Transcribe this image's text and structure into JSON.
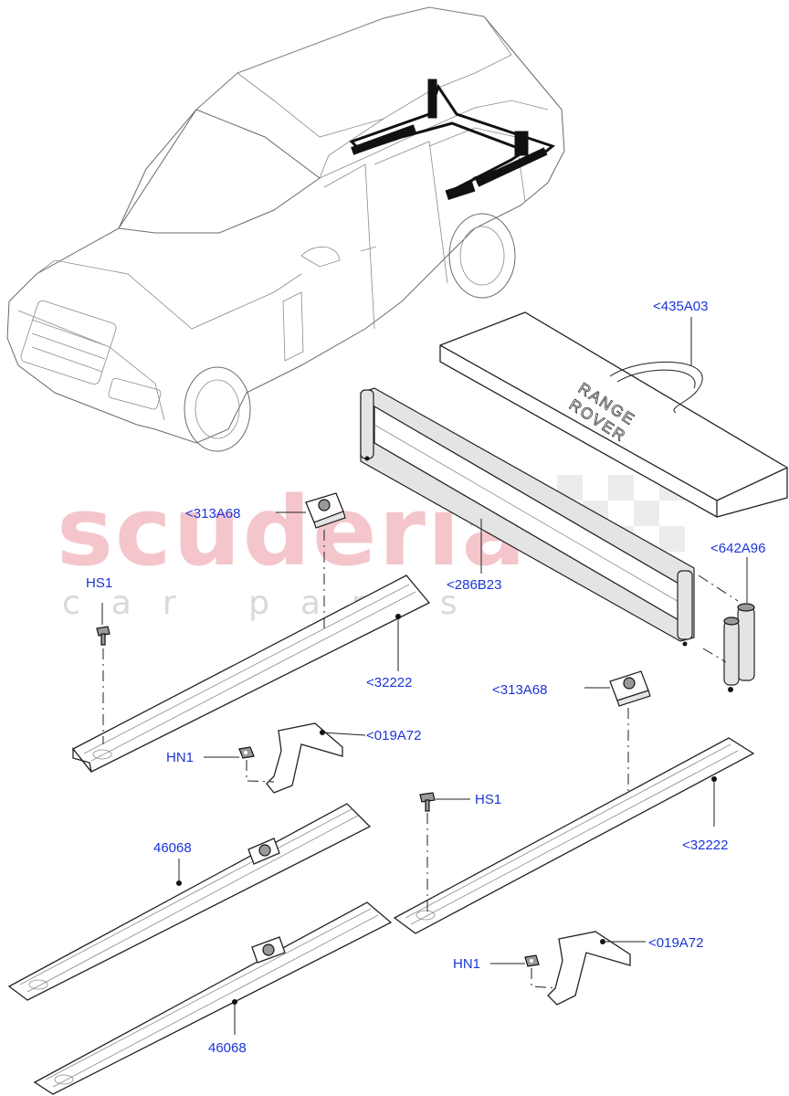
{
  "watermark": {
    "brand": "scuderia",
    "subtitle": "car parts"
  },
  "bag_logo": {
    "line1": "RANGE",
    "line2": "ROVER"
  },
  "callouts": {
    "c435A03": "<435A03",
    "c313A68_top": "<313A68",
    "c286B23": "<286B23",
    "c642A96": "<642A96",
    "hs1_left": "HS1",
    "c32222_left": "<32222",
    "c313A68_right": "<313A68",
    "c019A72_left": "<019A72",
    "hn1_left": "HN1",
    "hs1_right": "HS1",
    "c46068_top": "46068",
    "c32222_right": "<32222",
    "c019A72_right": "<019A72",
    "hn1_right": "HN1",
    "c46068_bottom": "46068"
  }
}
